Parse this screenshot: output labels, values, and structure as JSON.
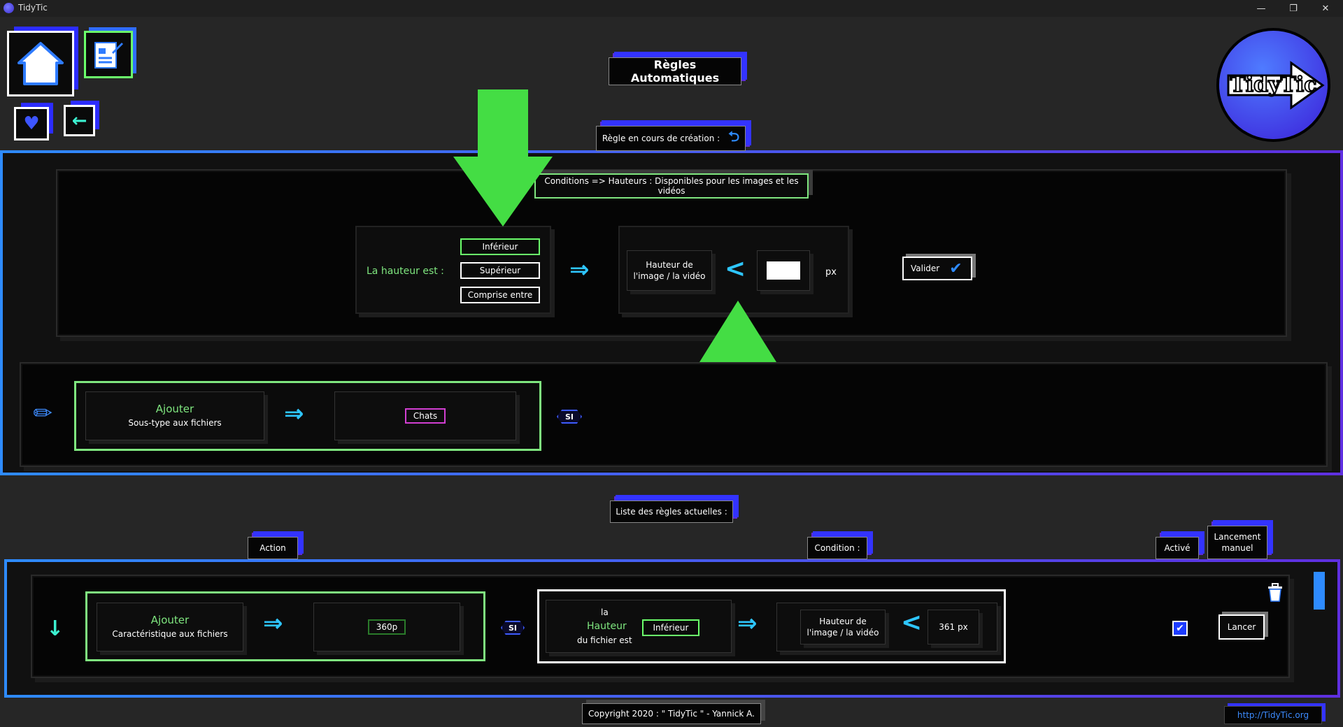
{
  "window": {
    "title": "TidyTic",
    "minimize": "—",
    "restore": "❐",
    "close": "✕"
  },
  "header": {
    "title": "Règles Automatiques",
    "logo_text": "TidyTic"
  },
  "creation": {
    "tag": "Règle en cours de création :",
    "conditions_title": "Conditions => Hauteurs : Disponibles pour les images et les vidéos",
    "label": "La hauteur est :",
    "options": [
      "Inférieur",
      "Supérieur",
      "Comprise entre"
    ],
    "selected_option": "Inférieur",
    "target_label_1": "Hauteur de",
    "target_label_2": "l'image / la vidéo",
    "comparator": "<",
    "value": "",
    "unit": "px",
    "validate_label": "Valider"
  },
  "action_row": {
    "action_title": "Ajouter",
    "action_subtitle": "Sous-type aux fichiers",
    "value": "Chats",
    "si": "SI"
  },
  "rules_list": {
    "title": "Liste des règles actuelles :",
    "col_action": "Action",
    "col_condition": "Condition :",
    "col_active": "Activé",
    "col_manual_1": "Lancement",
    "col_manual_2": "manuel",
    "rule": {
      "action_title": "Ajouter",
      "action_subtitle": "Caractéristique aux fichiers",
      "value": "360p",
      "si": "SI",
      "cond_line1": "la",
      "cond_line2": "Hauteur",
      "cond_line3": "du fichier est",
      "cond_op": "Inférieur",
      "cond_target_1": "Hauteur de",
      "cond_target_2": "l'image / la vidéo",
      "cond_comparator": "<",
      "cond_value": "361 px",
      "launch_label": "Lancer"
    }
  },
  "footer": {
    "copyright": "Copyright 2020 : \" TidyTic \" - Yannick A.",
    "link": "http://TidyTic.org"
  },
  "colors": {
    "accent_blue": "#2e8bff",
    "accent_purple": "#5f2fe0",
    "green": "#7fe67f",
    "arrow_green": "#44dd44"
  }
}
